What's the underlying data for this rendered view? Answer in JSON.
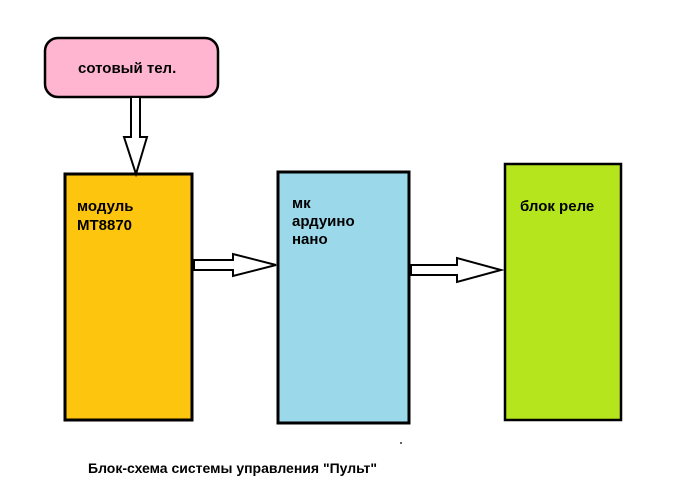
{
  "diagram": {
    "caption": "Блок-схема системы управления \"Пульт\"",
    "nodes": {
      "phone": {
        "label": "сотовый тел.",
        "fill": "#ffb4d0"
      },
      "module": {
        "label": "модуль\nMT8870",
        "fill": "#fec50e"
      },
      "mcu": {
        "label": "мк\nардуино\nнано",
        "fill": "#9ad8ea"
      },
      "relay": {
        "label": "блок реле",
        "fill": "#b5e61d"
      }
    },
    "edges": [
      {
        "from": "phone",
        "to": "module"
      },
      {
        "from": "module",
        "to": "mcu"
      },
      {
        "from": "mcu",
        "to": "relay"
      }
    ]
  }
}
